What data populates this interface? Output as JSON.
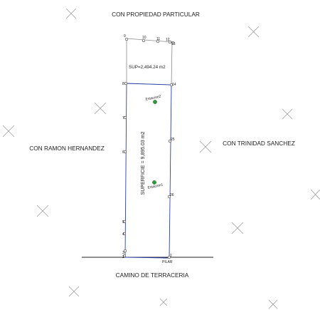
{
  "labels": {
    "north": "CON PROPIEDAD PARTICULAR",
    "west": "CON RAMON HERNANDEZ",
    "east": "CON TRINIDAD SANCHEZ",
    "south": "CAMINO DE TERRACERIA",
    "area_small": "SUP=2,494.24  m2",
    "area_large": "SUPERFICIE  =  9,895.03  m2",
    "station_2": "Estacion2",
    "station_1": "Estacion1",
    "pilar": "PILAR"
  },
  "vertex_labels": [
    "9",
    "10",
    "11",
    "12",
    "13",
    "14",
    "25",
    "26",
    "1",
    "2",
    "3",
    "4",
    "5",
    "6",
    "7",
    "8"
  ],
  "colors": {
    "boundary": "#2b3fa8",
    "survey_line": "#8a8a8a",
    "point_fill": "#2e9a3a",
    "text": "#222222",
    "grid_cross": "#9a9a9a"
  }
}
